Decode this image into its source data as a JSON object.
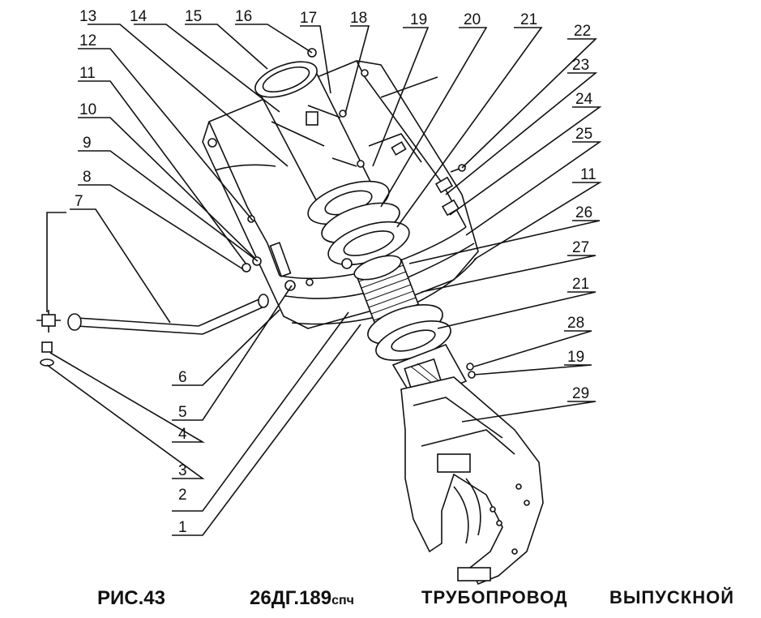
{
  "figure": {
    "label": "РИС.43",
    "code_main": "26ДГ.189",
    "code_suffix": "спч",
    "title_word1": "ТРУБОПРОВОД",
    "title_word2": "ВЫПУСКНОЙ"
  },
  "callouts": [
    "1",
    "2",
    "3",
    "4",
    "5",
    "6",
    "7",
    "8",
    "9",
    "10",
    "11",
    "12",
    "13",
    "14",
    "15",
    "16",
    "17",
    "18",
    "19",
    "20",
    "21",
    "22",
    "23",
    "24",
    "25",
    "11",
    "26",
    "27",
    "21",
    "28",
    "19",
    "29"
  ]
}
